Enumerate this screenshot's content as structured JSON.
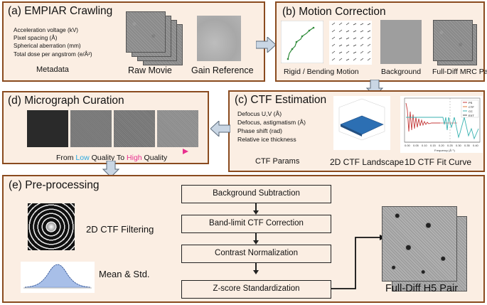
{
  "panels": {
    "a": {
      "title": "(a) EMPIAR Crawling",
      "metadata_lines": [
        "Acceleration voltage (kV)",
        "Pixel spacing (Å)",
        "Spherical aberration (mm)",
        "Total dose per angstrom (e/Å²)"
      ],
      "metadata_label": "Metadata",
      "raw_movie_label": "Raw Movie",
      "gain_ref_label": "Gain Reference"
    },
    "b": {
      "title": "(b) Motion Correction",
      "rigid_label": "Rigid / Bending Motion",
      "background_label": "Background",
      "pair_label": "Full-Diff MRC Pair"
    },
    "c": {
      "title": "(c) CTF Estimation",
      "params": [
        "Defocus U,V (Å)",
        "Defocus, astigmatism (Å)",
        "Phase shift (rad)",
        "Relative ice thickness"
      ],
      "params_label": "CTF Params",
      "landscape_label": "2D CTF Landscape",
      "fit_label": "1D CTF Fit Curve",
      "fit_xlabel": "Frequency (Å⁻¹)",
      "fit_legend": [
        "PS",
        "CTF",
        "CC",
        "EXT"
      ],
      "fit_xticks": [
        "0.00",
        "0.05",
        "0.10",
        "0.15",
        "0.20",
        "0.25",
        "0.30",
        "0.35",
        "0.40"
      ]
    },
    "d": {
      "title": "(d) Micrograph Curation",
      "quality_prefix": "From ",
      "quality_low": "Low",
      "quality_mid": " Quality To ",
      "quality_high": "High",
      "quality_suffix": " Quality",
      "colors": {
        "low": "#2aa9e0",
        "high": "#e8308f"
      }
    },
    "e": {
      "title": "(e) Pre-processing",
      "ctf_filter_label": "2D CTF Filtering",
      "mean_std_label": "Mean & Std.",
      "steps": [
        "Background Subtraction",
        "Band-limit CTF Correction",
        "Contrast Normalization",
        "Z-score Standardization"
      ],
      "output_label": "Full-Diff H5 Pair"
    }
  },
  "colors": {
    "panel_fill": "#fbeee3",
    "panel_border": "#8a4b1f",
    "flow_arrow": "#c9d6e4"
  }
}
